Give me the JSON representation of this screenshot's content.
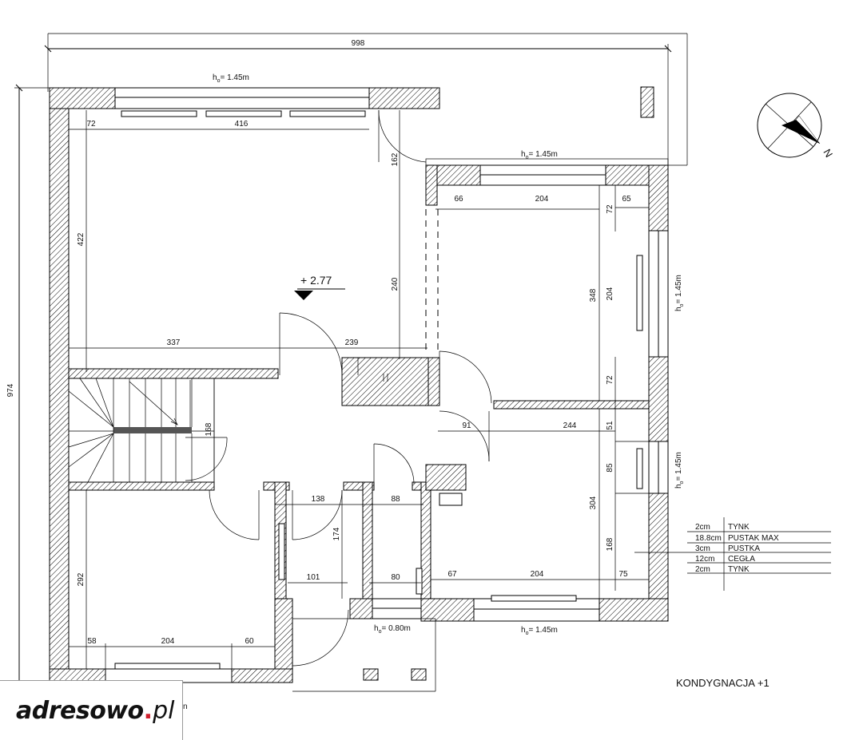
{
  "dimensions": {
    "total_width": "998",
    "total_height": "974",
    "d416": "416",
    "d72a": "72",
    "d162": "162",
    "d422": "422",
    "d66": "66",
    "d204a": "204",
    "d65": "65",
    "d72b": "72",
    "d348": "348",
    "d204b": "204",
    "d240": "240",
    "d337": "337",
    "d239": "239",
    "d72c": "72",
    "d168a": "168",
    "d91": "91",
    "d244": "244",
    "d51": "51",
    "d85": "85",
    "d304": "304",
    "d138": "138",
    "d88": "88",
    "d174": "174",
    "d168b": "168",
    "d292": "292",
    "d101": "101",
    "d80": "80",
    "d67": "67",
    "d204c": "204",
    "d75": "75",
    "d58": "58",
    "d204d": "204",
    "d60": "60"
  },
  "window_heights": {
    "top_left": "h",
    "value": "= 1.45m",
    "sub": "o",
    "small_value": "= 0.80m"
  },
  "level_mark": "+ 2.77",
  "floor_label": "KONDYGNACJA +1",
  "north_label": "N",
  "wall_layers": [
    {
      "thickness": "2cm",
      "material": "TYNK"
    },
    {
      "thickness": "18.8cm",
      "material": "PUSTAK MAX"
    },
    {
      "thickness": "3cm",
      "material": "PUSTKA"
    },
    {
      "thickness": "12cm",
      "material": "CEGŁA"
    },
    {
      "thickness": "2cm",
      "material": "TYNK"
    }
  ],
  "logo": {
    "main": "adresowo",
    "dot": ".",
    "tld": "pl",
    "cut_text": "n"
  }
}
